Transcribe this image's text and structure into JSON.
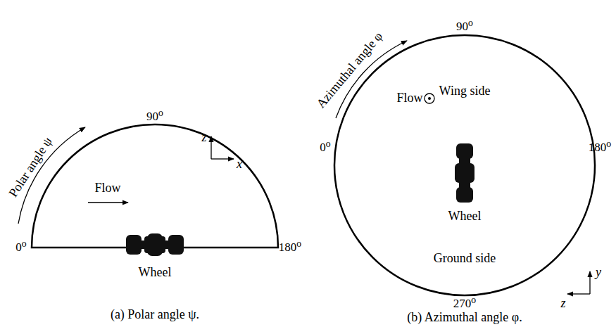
{
  "diagram": {
    "labels": [
      "Polar angle ψ",
      "90⁰",
      "0⁰",
      "180⁰",
      "Flow",
      "Wheel",
      "z",
      "x",
      "(a) Polar angle ψ.",
      "Azimuthal angle φ",
      "90⁰",
      "0⁰",
      "180⁰",
      "270⁰",
      "Flow",
      "Wing side",
      "Wheel",
      "Ground side",
      "y",
      "z",
      "(b) Azimuthal angle φ."
    ]
  }
}
